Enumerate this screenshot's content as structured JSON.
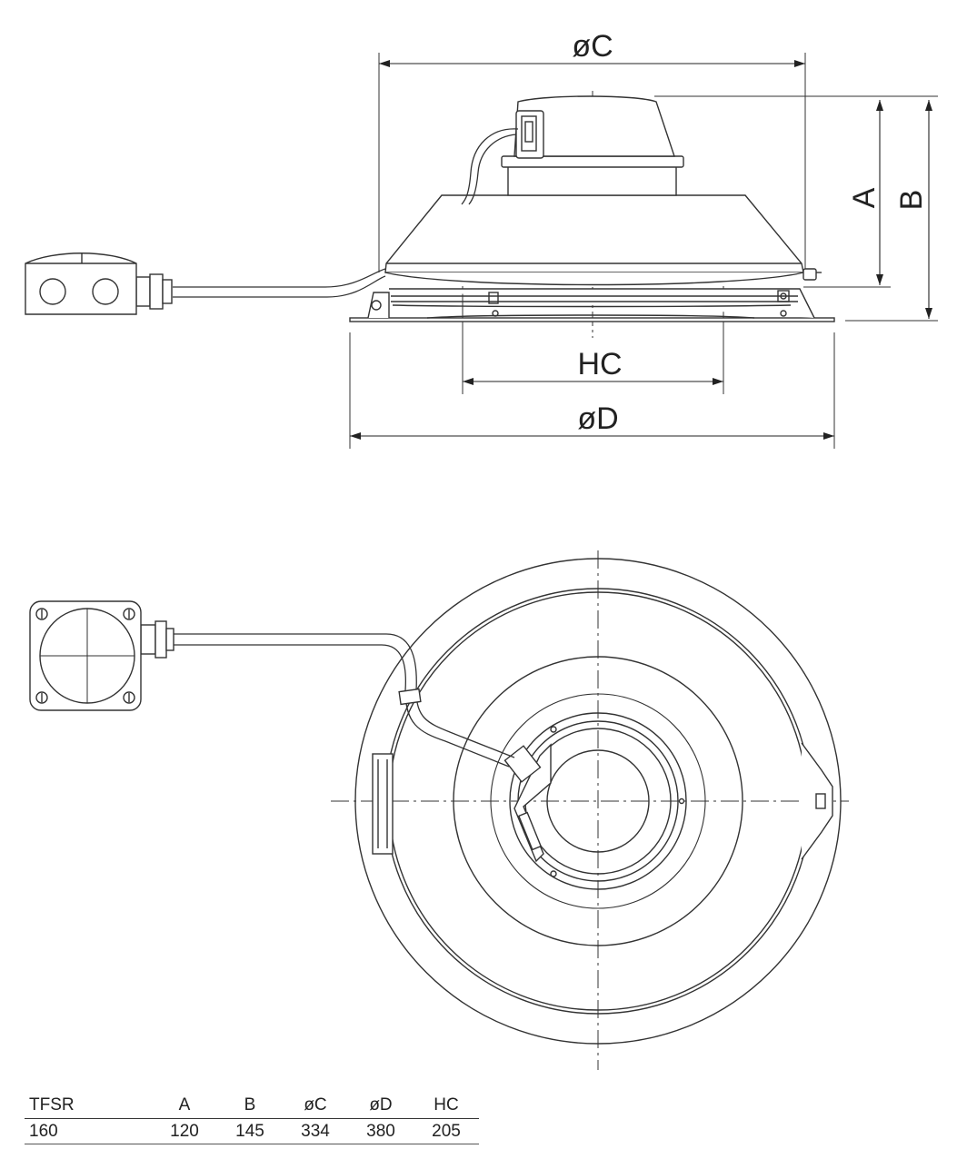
{
  "side_view": {
    "dimensions": {
      "overall_diameter": "øC",
      "base_height": "A",
      "total_height": "B",
      "hole_center": "HC",
      "flange_diameter": "øD"
    }
  },
  "spec_table": {
    "headers": [
      "TFSR",
      "A",
      "B",
      "øC",
      "øD",
      "HC"
    ],
    "rows": [
      [
        "160",
        "120",
        "145",
        "334",
        "380",
        "205"
      ]
    ]
  }
}
